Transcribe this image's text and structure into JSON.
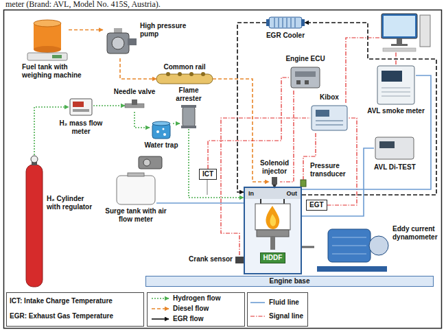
{
  "diagram": {
    "nodes": [
      {
        "text": [
          "Fuel tank with weighing machine"
        ]
      },
      {
        "text": [
          "High pressure pump"
        ]
      },
      {
        "text": [
          "EGR Cooler"
        ]
      },
      {
        "text": [
          "Common rail"
        ]
      },
      {
        "text": [
          "Engine ECU"
        ]
      },
      {
        "text": [
          "AVL smoke meter"
        ]
      },
      {
        "text": [
          "H₂ mass flow meter"
        ]
      },
      {
        "text": [
          "Needle valve"
        ]
      },
      {
        "text": [
          "Flame arrester"
        ]
      },
      {
        "text": [
          "Water trap"
        ]
      },
      {
        "text": [
          "Kibox"
        ]
      },
      {
        "text": [
          "AVL Di-TEST"
        ]
      },
      {
        "text": [
          "Surge tank with air flow meter"
        ]
      },
      {
        "text": [
          "H₂ Cylinder with regulator"
        ]
      },
      {
        "text": [
          "ICT"
        ]
      },
      {
        "text": [
          "Solenoid injector"
        ]
      },
      {
        "text": [
          "Pressure transducer"
        ]
      },
      {
        "text": [
          "EGT"
        ]
      },
      {
        "text": [
          "In",
          "Out"
        ]
      },
      {
        "text": [
          "HDDF"
        ],
        "in": 18
      },
      {
        "text": [
          "Crank sensor"
        ]
      },
      {
        "text": [
          "Eddy current dynamometer"
        ]
      },
      {
        "text": [
          "Engine base"
        ]
      }
    ],
    "edges": [
      {
        "from": 0,
        "to": 1,
        "arrow": "to"
      },
      {
        "from": 1,
        "to": 3,
        "arrow": "to"
      },
      {
        "from": 3,
        "to": 15,
        "arrow": "to"
      },
      {
        "from": 18,
        "to": 2,
        "arrow": "to"
      },
      {
        "from": 2,
        "to": 18,
        "arrow": "to"
      },
      {
        "from": 13,
        "to": 6,
        "arrow": "to"
      },
      {
        "from": 6,
        "to": 7,
        "arrow": "to"
      },
      {
        "from": 7,
        "to": 9,
        "arrow": "to"
      },
      {
        "from": 9,
        "to": 8,
        "arrow": "to"
      },
      {
        "from": 8,
        "to": 18,
        "arrow": "to"
      },
      {
        "from": 12,
        "to": 18,
        "arrow": "none"
      },
      {
        "from": 4,
        "to": 15,
        "arrow": "none"
      },
      {
        "from": 10,
        "to": 16,
        "arrow": "none"
      },
      {
        "from": 20,
        "to": 10,
        "arrow": "none"
      },
      {
        "from": 14,
        "to": 4,
        "arrow": "none"
      },
      {
        "from": 17,
        "to": 10,
        "arrow": "none"
      },
      {
        "from": 18,
        "to": 21,
        "arrow": "none"
      },
      {
        "from": 18,
        "to": 5,
        "arrow": "none"
      },
      {
        "from": 18,
        "to": 11,
        "arrow": "none"
      }
    ],
    "labels": [
      "meter (Brand: AVL, Model No. 415S, Austria).",
      "ICT: Intake Charge Temperature",
      "EGR: Exhaust Gas Temperature"
    ],
    "legend": [
      {
        "text": "Hydrogen flow"
      },
      {
        "text": "Diesel flow"
      },
      {
        "text": "EGR flow"
      },
      {
        "text": "Fluid line"
      },
      {
        "text": "Signal line"
      }
    ]
  }
}
